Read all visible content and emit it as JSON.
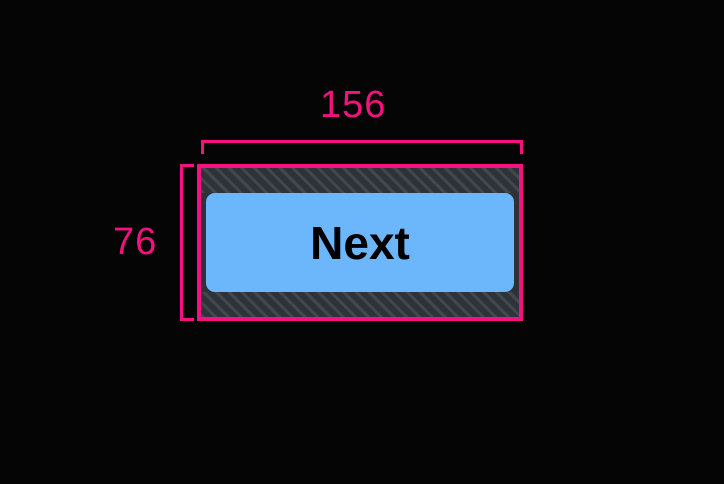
{
  "overlay": {
    "kind": "element-measurement-overlay",
    "background_color": "#050505",
    "accent_color": "#f5117f"
  },
  "dimensions": {
    "width_label": "156",
    "height_label": "76"
  },
  "element": {
    "label": "Next",
    "fill_color": "#6cb6fb",
    "text_color": "#000000",
    "padding_fill_color": "#2e333a"
  }
}
